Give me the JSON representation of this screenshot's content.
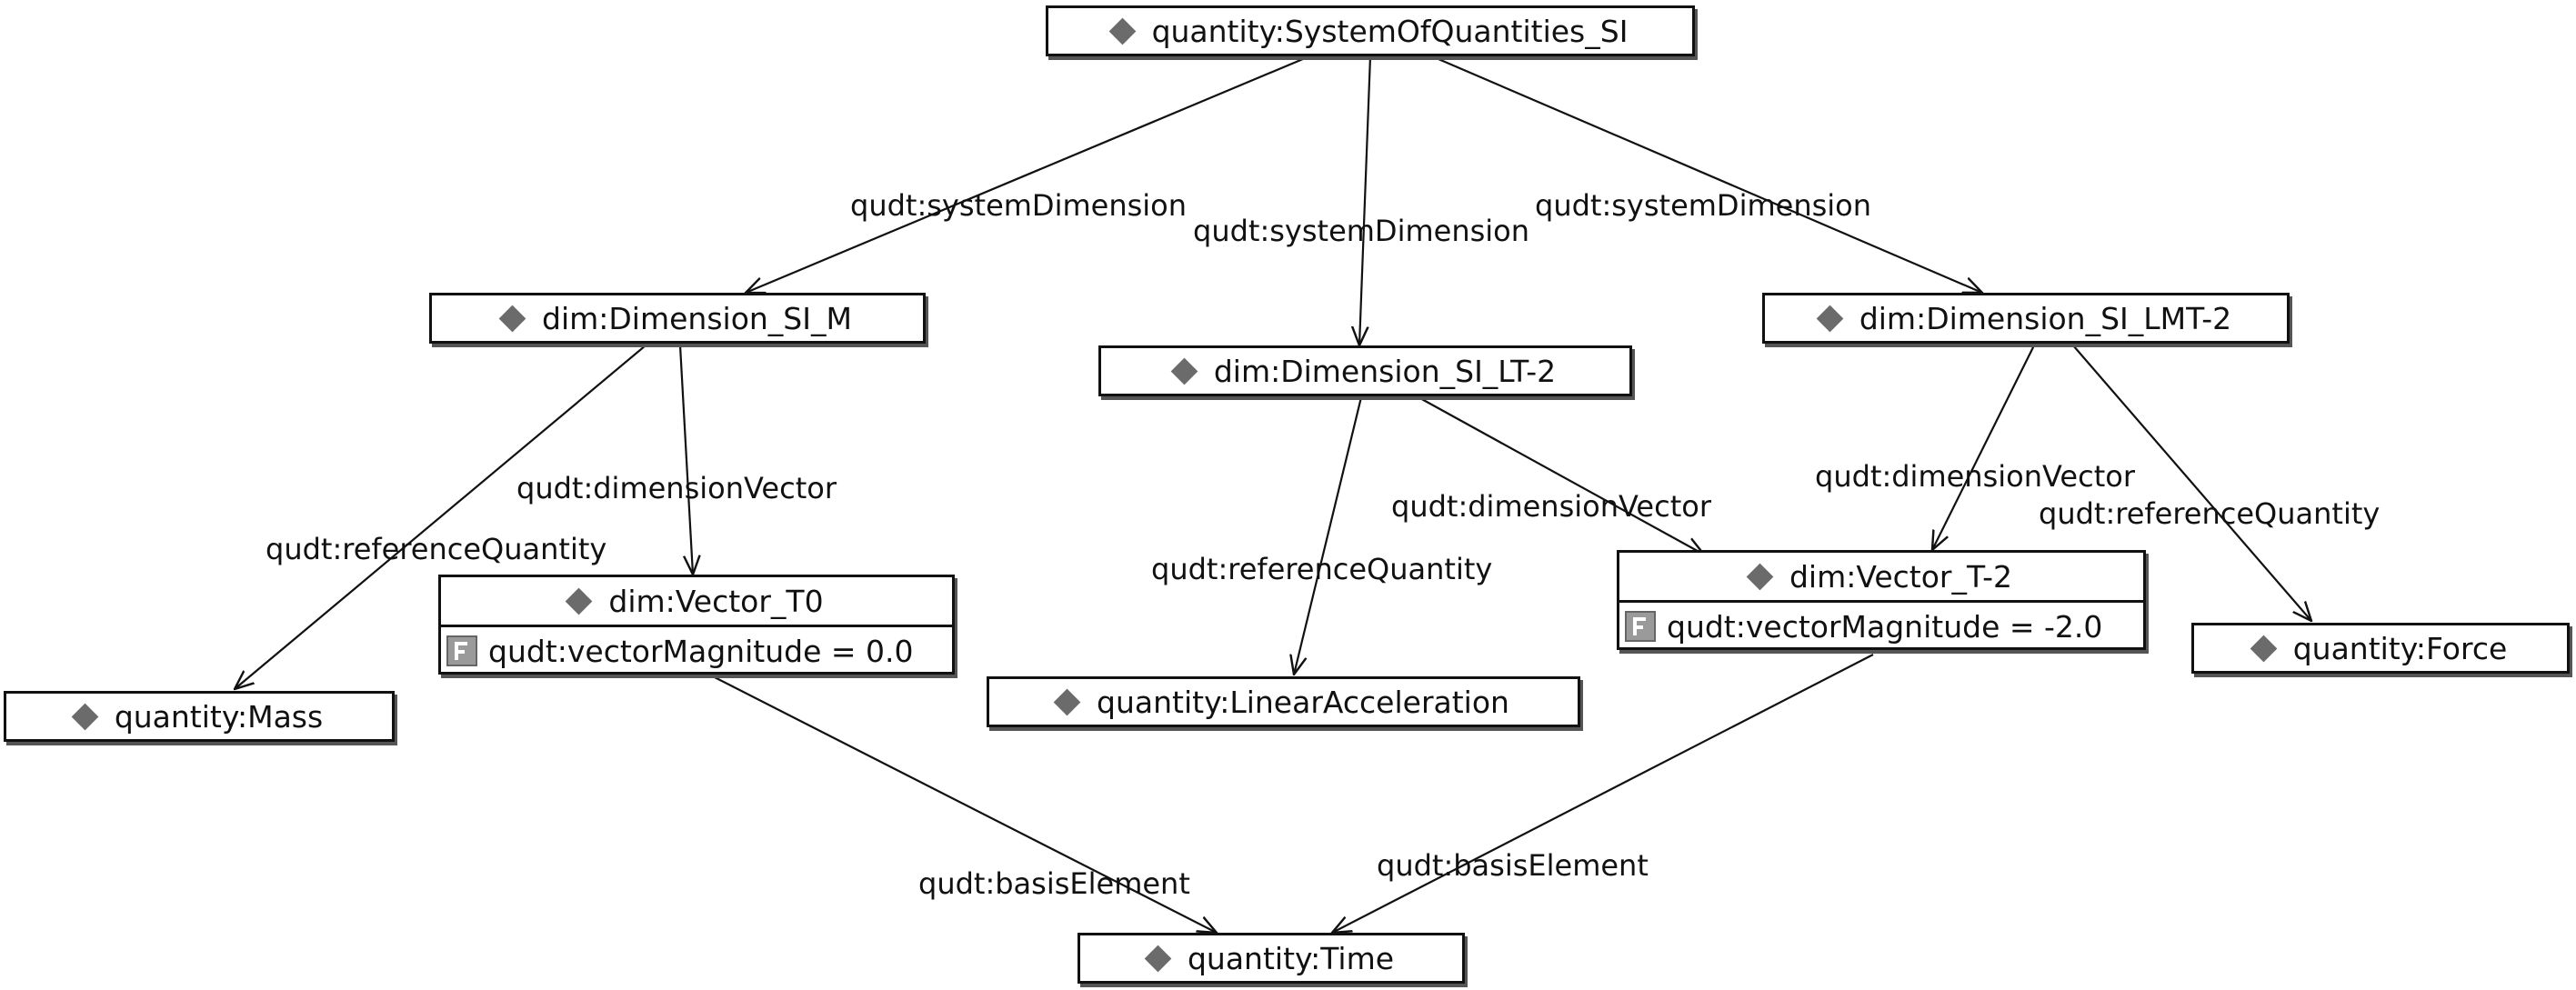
{
  "nodes": {
    "system": "quantity:SystemOfQuantities_SI",
    "dim_m": "dim:Dimension_SI_M",
    "dim_lt2": "dim:Dimension_SI_LT-2",
    "dim_lmt2": "dim:Dimension_SI_LMT-2",
    "vector_t0": "dim:Vector_T0",
    "vector_t0_prop": "qudt:vectorMagnitude = 0.0",
    "vector_t2": "dim:Vector_T-2",
    "vector_t2_prop": "qudt:vectorMagnitude = -2.0",
    "mass": "quantity:Mass",
    "linear_acceleration": "quantity:LinearAcceleration",
    "force": "quantity:Force",
    "time": "quantity:Time"
  },
  "edge_labels": {
    "sys_to_m": "qudt:systemDimension",
    "sys_to_lt2": "qudt:systemDimension",
    "sys_to_lmt2": "qudt:systemDimension",
    "m_to_vector": "qudt:dimensionVector",
    "m_to_mass": "qudt:referenceQuantity",
    "lt2_to_accel": "qudt:referenceQuantity",
    "lt2_to_vector": "qudt:dimensionVector",
    "lmt2_to_vector": "qudt:dimensionVector",
    "lmt2_to_force": "qudt:referenceQuantity",
    "t0_to_time": "qudt:basisElement",
    "t2_to_time": "qudt:basisElement"
  },
  "icons": {
    "node_marker": "diamond-icon",
    "property_marker": "property-icon"
  },
  "colors": {
    "line": "#111111",
    "node_marker": "#6b6b6b"
  }
}
